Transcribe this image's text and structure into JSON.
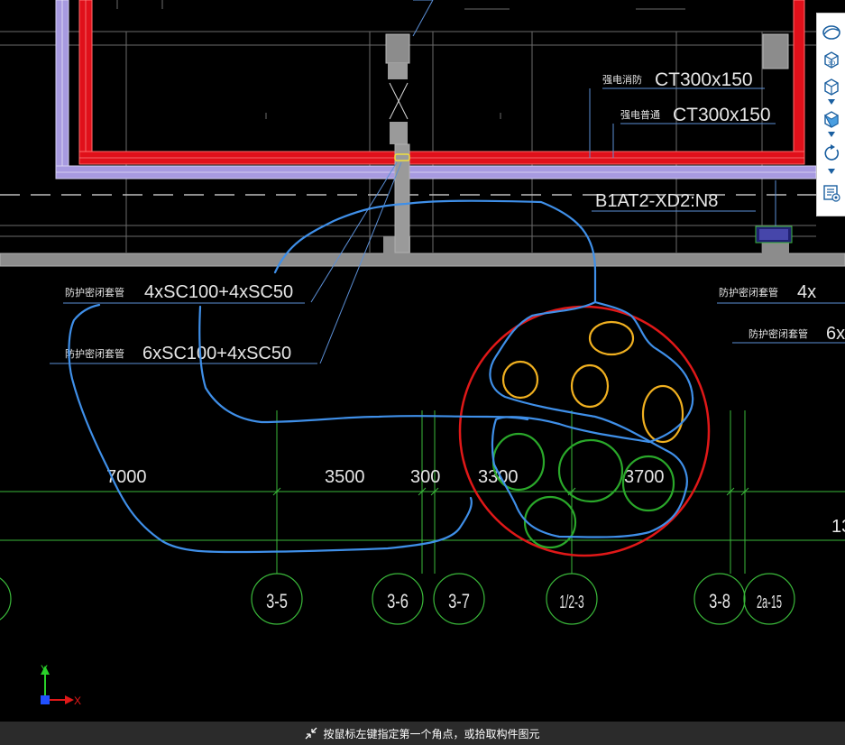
{
  "drawing": {
    "labels": {
      "strong_fire": "强电消防",
      "strong_normal": "强电普通",
      "tray_1": "CT300x150",
      "tray_2": "CT300x150",
      "tag_b1": "B1AT2-XD2:N8",
      "sleeve_label_1": "防护密闭套管",
      "sleeve_spec_1": "4xSC100+4xSC50",
      "sleeve_label_2": "防护密闭套管",
      "sleeve_spec_2": "6xSC100+4xSC50",
      "sleeve_label_3": "防护密闭套管",
      "sleeve_spec_3": "4x",
      "sleeve_label_4": "防护密闭套管",
      "sleeve_spec_4": "6x"
    },
    "dimensions": [
      "7000",
      "3500",
      "300",
      "3300",
      "3700",
      "13"
    ],
    "axes": [
      "3-5",
      "3-6",
      "3-7",
      "1/2-3",
      "3-8",
      "2a-15"
    ],
    "coord_y": "Y",
    "coord_x": "X"
  },
  "toolbar": {
    "items": [
      {
        "name": "ellipse-view-icon"
      },
      {
        "name": "3d-view-icon",
        "text": "3D"
      },
      {
        "name": "cube-view-icon"
      },
      {
        "name": "cube-front-icon"
      },
      {
        "name": "rotate-icon"
      },
      {
        "name": "properties-icon"
      }
    ]
  },
  "status": {
    "message": "按鼠标左键指定第一个角点，或拾取构件图元"
  },
  "colors": {
    "background": "#000000",
    "red_pipe": "#e0101a",
    "purple_pipe": "#9a8ad8",
    "grid_green": "#3ab83a",
    "annotation_blue": "#3f8fe8",
    "highlight_red": "#e01818",
    "sleeve_yellow": "#f0b020",
    "sleeve_green": "#2aa82a",
    "wall_gray": "#8c8c8c"
  }
}
